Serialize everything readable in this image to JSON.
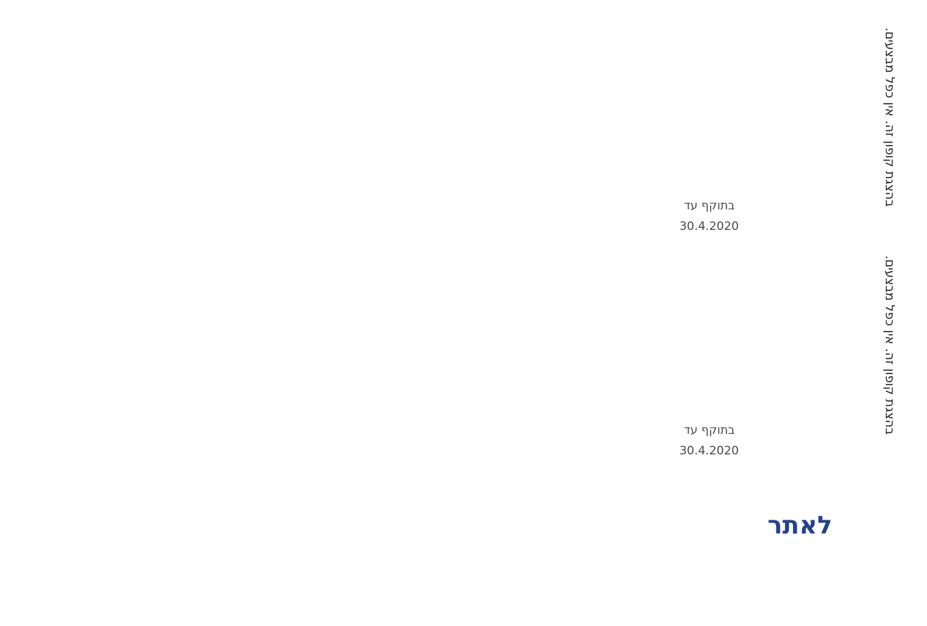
{
  "coupons": [
    {
      "disclaimer": "בהצגת קופון זה. אין כפל מבצעים.",
      "validity_label": "בתוקף עד",
      "validity_date": "30.4.2020"
    },
    {
      "disclaimer": "בהצגת קופון זה. אין כפל מבצעים.",
      "validity_label": "בתוקף עד",
      "validity_date": "30.4.2020"
    }
  ],
  "site_link": {
    "label": "לאתר",
    "color": "#25418f"
  },
  "colors": {
    "background": "#ffffff",
    "disclaimer_text": "#222222",
    "validity_text": "#4a4a4a"
  }
}
